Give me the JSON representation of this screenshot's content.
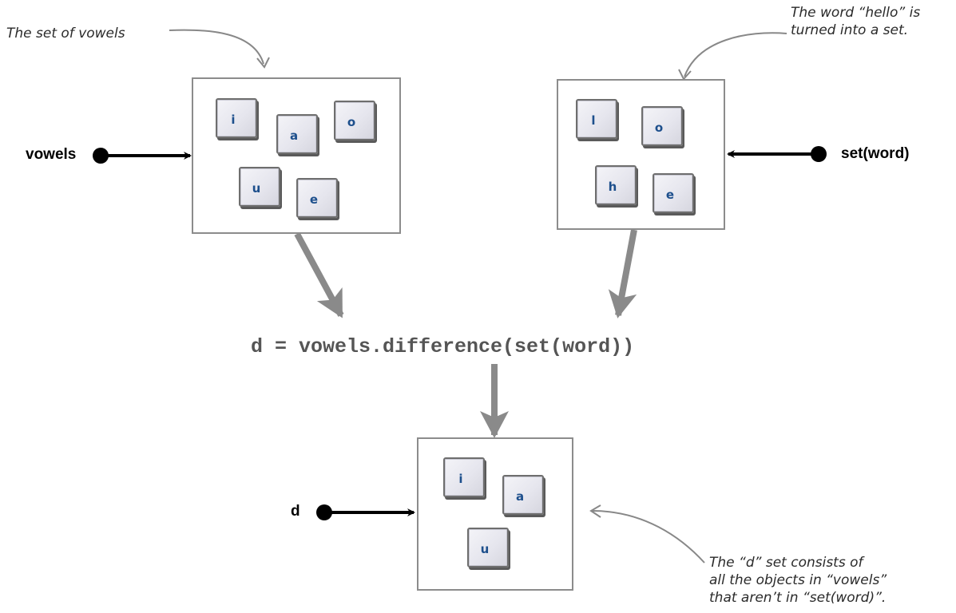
{
  "annotations": {
    "vowels_set_note": "The set of vowels",
    "hello_note": [
      "The word “hello” is",
      "turned into a set."
    ],
    "d_note": [
      "The “d” set consists of",
      "all the objects in “vowels”",
      "that aren’t in “set(word)”."
    ]
  },
  "code_line": "d = vowels.difference(set(word))",
  "sets": {
    "vowels": {
      "label": "vowels",
      "items": [
        "i",
        "a",
        "o",
        "u",
        "e"
      ]
    },
    "word": {
      "label": "set(word)",
      "items": [
        "l",
        "o",
        "h",
        "e"
      ]
    },
    "d": {
      "label": "d",
      "items": [
        "i",
        "a",
        "u"
      ]
    }
  }
}
